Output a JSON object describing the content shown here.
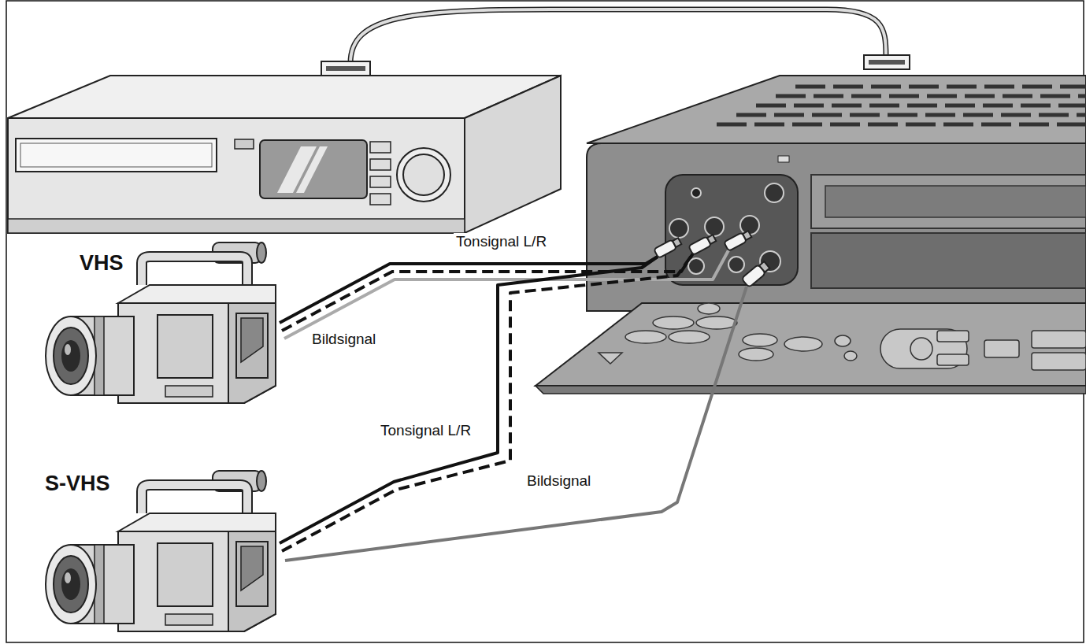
{
  "diagram": {
    "labels": [
      "Tonsignal L/R",
      "VHS",
      "Bildsignal",
      "Tonsignal L/R",
      "S-VHS",
      "Bildsignal"
    ]
  }
}
